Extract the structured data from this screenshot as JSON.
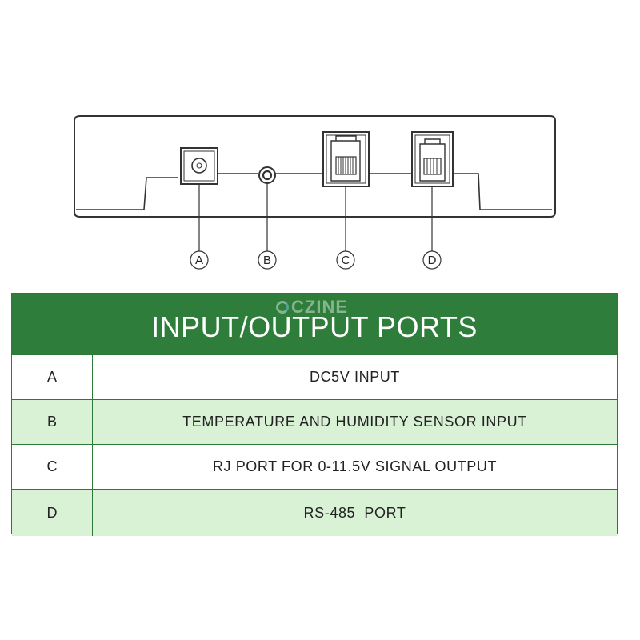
{
  "diagram": {
    "port_labels": [
      "A",
      "B",
      "C",
      "D"
    ],
    "stroke_color": "#333333"
  },
  "table": {
    "title": "INPUT/OUTPUT PORTS",
    "header_color": "#2e7d3a",
    "alt_row_color": "#d9f2d6",
    "rows": [
      {
        "key": "A",
        "description": "DC5V INPUT"
      },
      {
        "key": "B",
        "description": "TEMPERATURE AND HUMIDITY SENSOR INPUT"
      },
      {
        "key": "C",
        "description": "RJ PORT FOR 0-11.5V SIGNAL OUTPUT"
      },
      {
        "key": "D",
        "description": "RS-485  PORT"
      }
    ]
  },
  "watermark": {
    "text": "CZINE",
    "icon": "czine-logo-icon"
  }
}
